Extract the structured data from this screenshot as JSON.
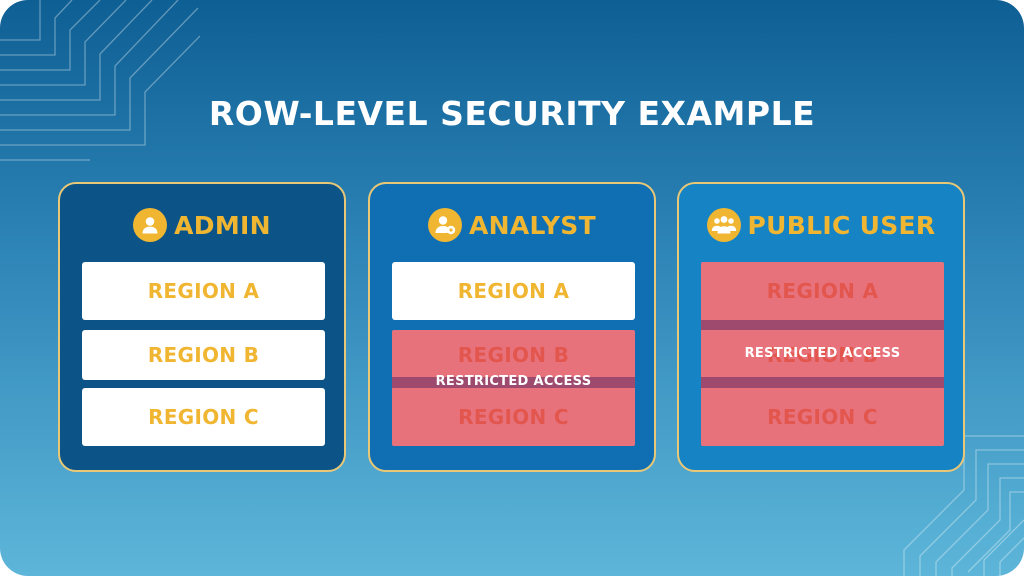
{
  "title": "ROW-LEVEL SECURITY EXAMPLE",
  "colors": {
    "background_top": "#0e5f94",
    "background_bottom": "#5db6d9",
    "accent_gold": "#f0b631",
    "card_border": "#e8c877",
    "allowed_row": "#ffffff",
    "restricted_row": "#e8727c",
    "restricted_stripe": "#9d4a6e",
    "restricted_text": "#e2564e"
  },
  "cards": [
    {
      "role": "ADMIN",
      "icon": "user-icon",
      "rows": [
        {
          "label": "REGION A",
          "access": "allowed"
        },
        {
          "label": "REGION B",
          "access": "allowed"
        },
        {
          "label": "REGION C",
          "access": "allowed"
        }
      ]
    },
    {
      "role": "ANALYST",
      "icon": "user-settings-icon",
      "rows": [
        {
          "label": "REGION A",
          "access": "allowed"
        },
        {
          "label": "REGION B",
          "access": "restricted"
        },
        {
          "label": "REGION C",
          "access": "restricted"
        }
      ],
      "restricted_label": "RESTRICTED ACCESS"
    },
    {
      "role": "PUBLIC USER",
      "icon": "user-group-icon",
      "rows": [
        {
          "label": "REGION A",
          "access": "restricted"
        },
        {
          "label": "REGION B",
          "access": "restricted"
        },
        {
          "label": "REGION C",
          "access": "restricted"
        }
      ],
      "restricted_label": "RESTRICTED ACCESS"
    }
  ]
}
